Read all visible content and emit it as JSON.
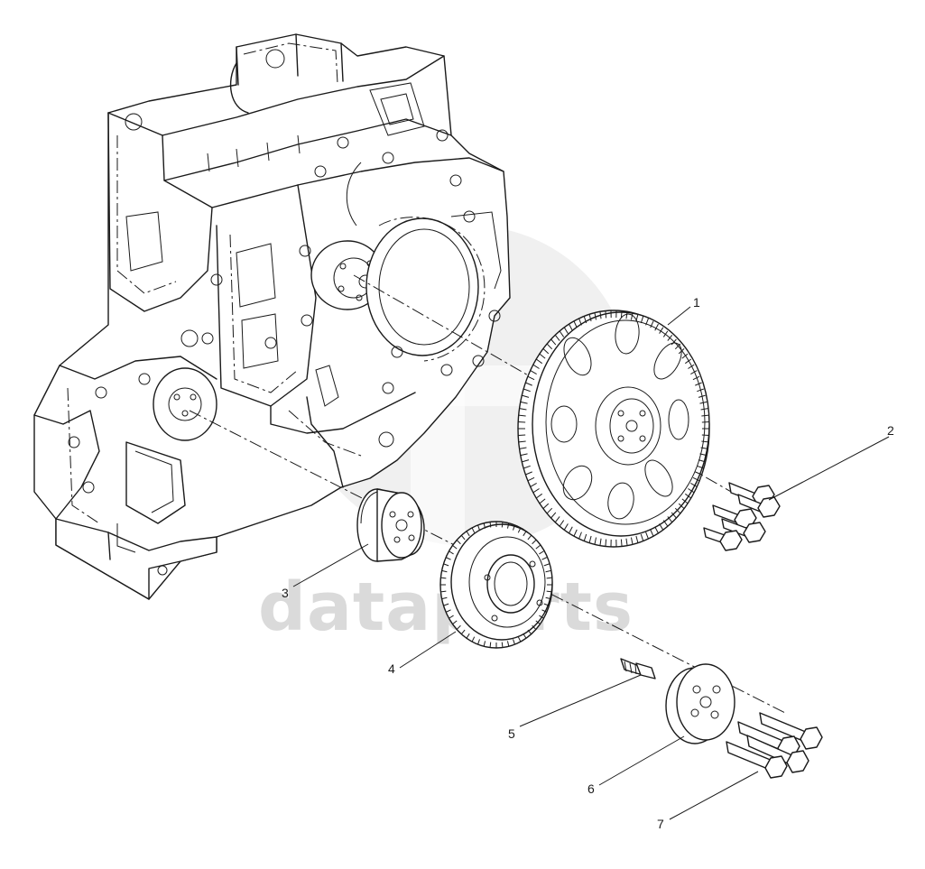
{
  "watermark": {
    "text": "dataparts",
    "color": "#d6d6d6"
  },
  "callouts": [
    {
      "label": "1",
      "part": "idler gear, large"
    },
    {
      "label": "2",
      "part": "bolts"
    },
    {
      "label": "3",
      "part": "hub"
    },
    {
      "label": "4",
      "part": "idler gear, small"
    },
    {
      "label": "5",
      "part": "fitting"
    },
    {
      "label": "6",
      "part": "washer plate"
    },
    {
      "label": "7",
      "part": "bolts"
    }
  ]
}
